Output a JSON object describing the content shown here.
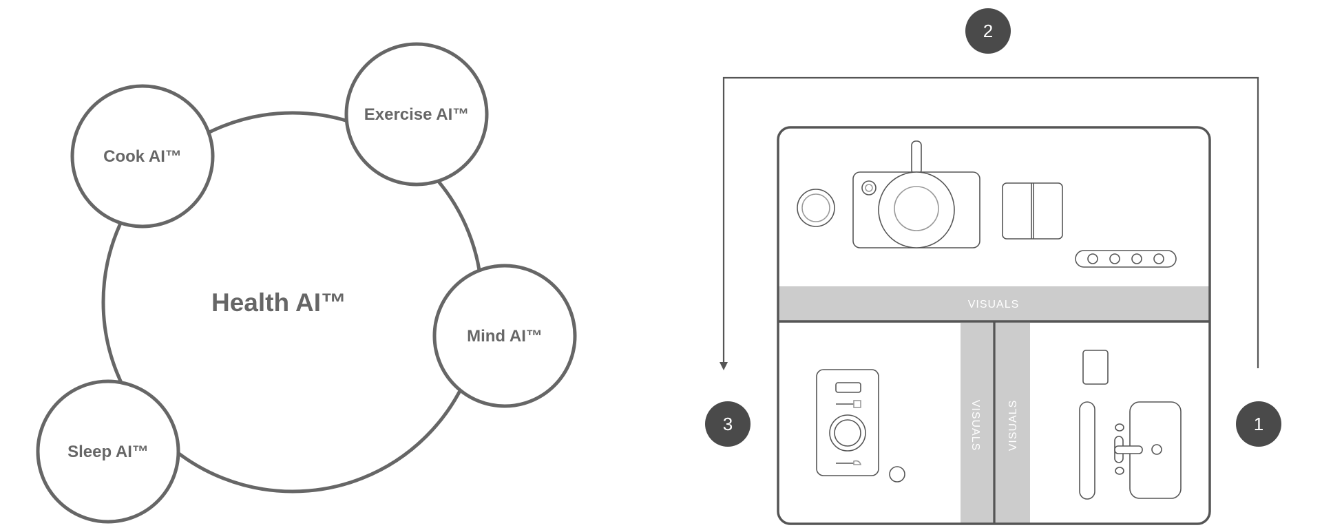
{
  "colors": {
    "outline": "#666666",
    "band": "#cccccc",
    "badge": "#4a4a4a",
    "badge_text": "#ffffff",
    "background": "#ffffff"
  },
  "health_diagram": {
    "center_label": "Health AI™",
    "satellites": [
      {
        "key": "cook",
        "label": "Cook AI™"
      },
      {
        "key": "exercise",
        "label": "Exercise AI™"
      },
      {
        "key": "mind",
        "label": "Mind AI™"
      },
      {
        "key": "sleep",
        "label": "Sleep AI™"
      }
    ]
  },
  "kitchen_diagram": {
    "band_horizontal": "VISUALS",
    "band_vertical_left": "VISUALS",
    "band_vertical_right": "VISUALS",
    "badges": [
      "2",
      "3",
      "1"
    ],
    "icons": [
      "cooktop-icon",
      "fridge-icon",
      "knob-strip-icon",
      "appliance-icon",
      "sink-icon",
      "cabinet-icon"
    ]
  }
}
